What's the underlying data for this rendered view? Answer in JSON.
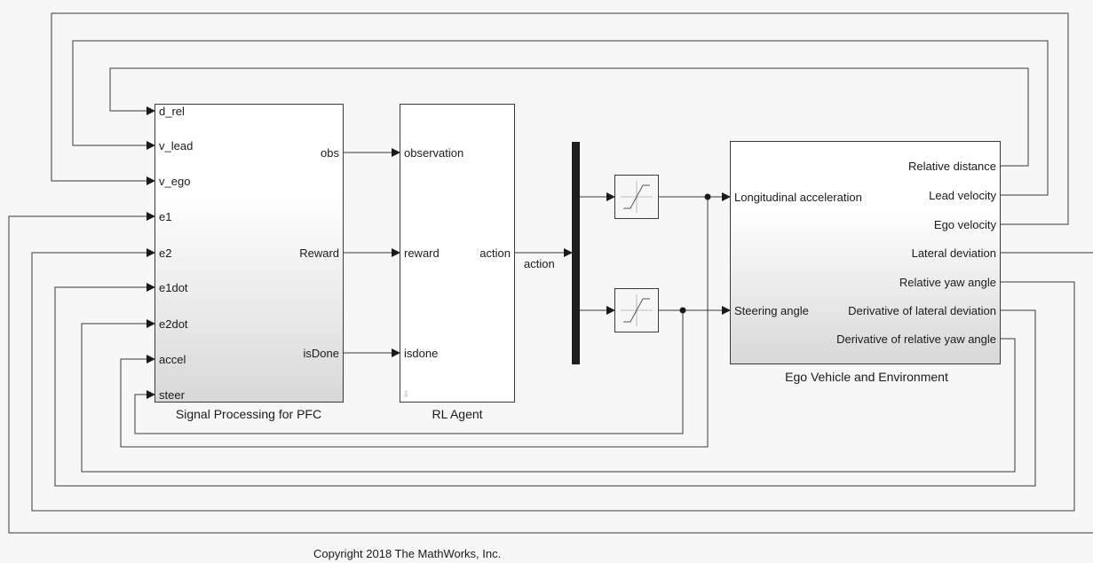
{
  "signal_processing": {
    "caption": "Signal Processing for PFC",
    "inputs": [
      "d_rel",
      "v_lead",
      "v_ego",
      "e1",
      "e2",
      "e1dot",
      "e2dot",
      "accel",
      "steer"
    ],
    "outputs": [
      "obs",
      "Reward",
      "isDone"
    ]
  },
  "rl_agent": {
    "caption": "RL Agent",
    "inputs": [
      "observation",
      "reward",
      "isdone"
    ],
    "output": "action"
  },
  "action_signal_label": "action",
  "ego_vehicle": {
    "caption": "Ego Vehicle and Environment",
    "inputs": [
      "Longitudinal acceleration",
      "Steering angle"
    ],
    "outputs": [
      "Relative distance",
      "Lead velocity",
      "Ego velocity",
      "Lateral deviation",
      "Relative yaw angle",
      "Derivative of lateral deviation",
      "Derivative of relative yaw angle"
    ]
  },
  "copyright": "Copyright 2018 The MathWorks, Inc."
}
